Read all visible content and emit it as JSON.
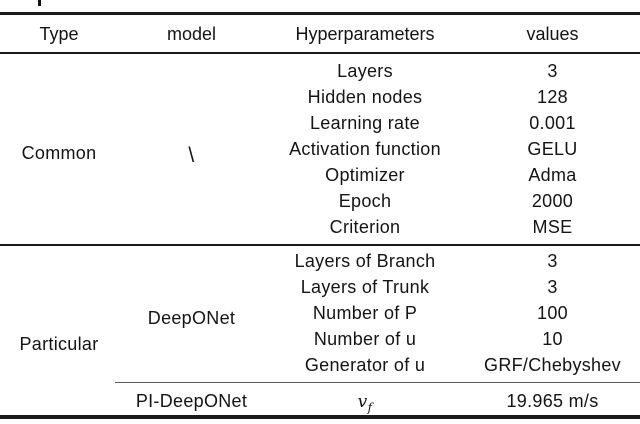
{
  "table": {
    "headers": [
      "Type",
      "model",
      "Hyperparameters",
      "values"
    ],
    "sections": [
      {
        "type": "Common",
        "model": "\\",
        "rows": [
          {
            "param": "Layers",
            "value": "3"
          },
          {
            "param": "Hidden nodes",
            "value": "128"
          },
          {
            "param": "Learning rate",
            "value": "0.001"
          },
          {
            "param": "Activation function",
            "value": "GELU"
          },
          {
            "param": "Optimizer",
            "value": "Adma"
          },
          {
            "param": "Epoch",
            "value": "2000"
          },
          {
            "param": "Criterion",
            "value": "MSE"
          }
        ]
      },
      {
        "type": "Particular",
        "subsections": [
          {
            "model": "DeepONet",
            "rows": [
              {
                "param": "Layers of Branch",
                "value": "3"
              },
              {
                "param": "Layers of Trunk",
                "value": "3"
              },
              {
                "param": "Number of P",
                "value": "100"
              },
              {
                "param": "Number of u",
                "value": "10"
              },
              {
                "param": "Generator of u",
                "value": "GRF/Chebyshev"
              }
            ]
          },
          {
            "model": "PI-DeepONet",
            "rows": [
              {
                "param_base": "v",
                "param_sub": "f",
                "value": "19.965 m/s"
              }
            ]
          }
        ]
      }
    ]
  }
}
